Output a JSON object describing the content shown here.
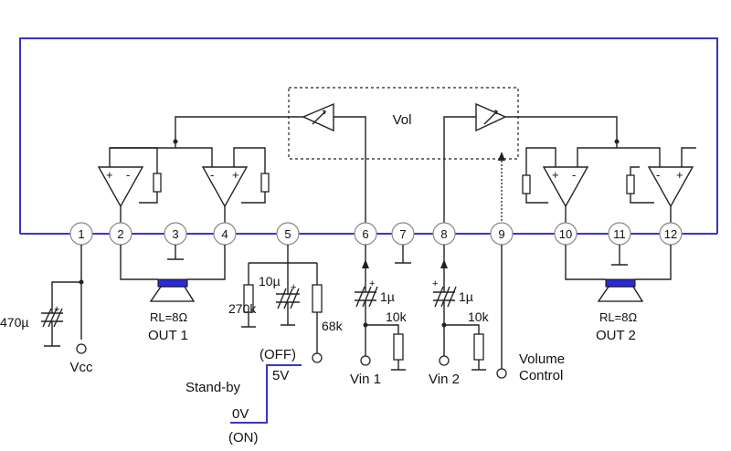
{
  "pins": [
    "1",
    "2",
    "3",
    "4",
    "5",
    "6",
    "7",
    "8",
    "9",
    "10",
    "11",
    "12"
  ],
  "vol_label": "Vol",
  "amp_signs": {
    "plus": "+",
    "minus": "-"
  },
  "cap_470": "470µ",
  "vcc": "Vcc",
  "load_left": {
    "rl": "RL=8Ω",
    "out": "OUT 1"
  },
  "load_right": {
    "rl": "RL=8Ω",
    "out": "OUT 2"
  },
  "r270": "270k",
  "c10": "10µ",
  "r68": "68k",
  "c1_left": "1µ",
  "r10_left": "10k",
  "vin1": "Vin 1",
  "c1_right": "1µ",
  "r10_right": "10k",
  "vin2": "Vin 2",
  "volume": [
    "Volume",
    "Control"
  ],
  "standby": {
    "off": "(OFF)",
    "v5": "5V",
    "label": "Stand-by",
    "v0": "0V",
    "on": "(ON)"
  }
}
